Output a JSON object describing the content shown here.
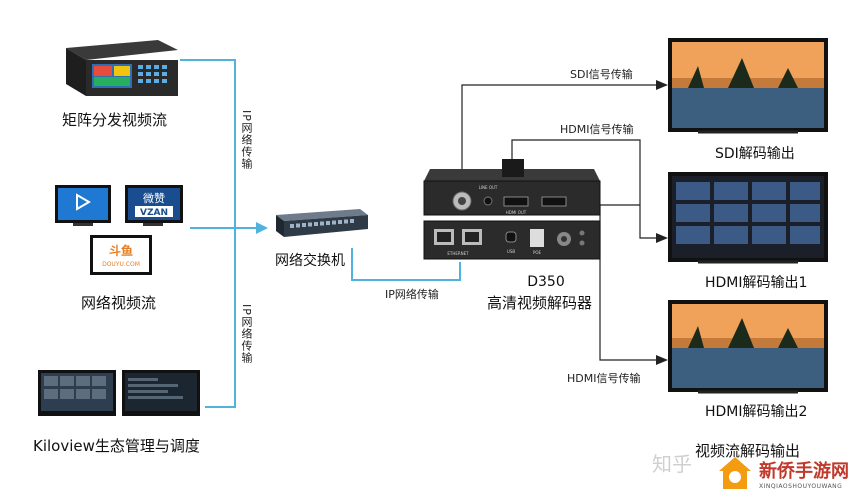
{
  "sources": {
    "matrix": {
      "label": "矩阵分发视频流"
    },
    "network": {
      "label": "网络视频流",
      "logos": [
        "微赞",
        "VZAN",
        "斗鱼",
        "DOUYU.COM"
      ]
    },
    "kiloview": {
      "label": "Kiloview生态管理与调度"
    }
  },
  "links": {
    "ip_top": "IP网络传输",
    "ip_bottom": "IP网络传输",
    "ip_horizontal": "IP网络传输"
  },
  "switch": {
    "label": "网络交换机"
  },
  "decoder": {
    "model": "D350",
    "name": "高清视频解码器",
    "port_labels": [
      "LINE OUT",
      "HDMI OUT",
      "ETHERNET",
      "USB",
      "POE"
    ]
  },
  "outputs": {
    "sdi_link": "SDI信号传输",
    "hdmi_link_top": "HDMI信号传输",
    "hdmi_link_bottom": "HDMI信号传输",
    "sdi_out": "SDI解码输出",
    "hdmi_out1": "HDMI解码输出1",
    "hdmi_out2": "HDMI解码输出2",
    "caption": "视频流解码输出"
  },
  "watermark": {
    "zhihu": "知乎",
    "brand": "新侨手游网",
    "domain": "XINQIAOSHOUYOUWANG"
  },
  "colors": {
    "ip_line": "#4fb3dd",
    "black_line": "#222222",
    "brand_red": "#c0392b",
    "brand_orange": "#f39c12"
  }
}
